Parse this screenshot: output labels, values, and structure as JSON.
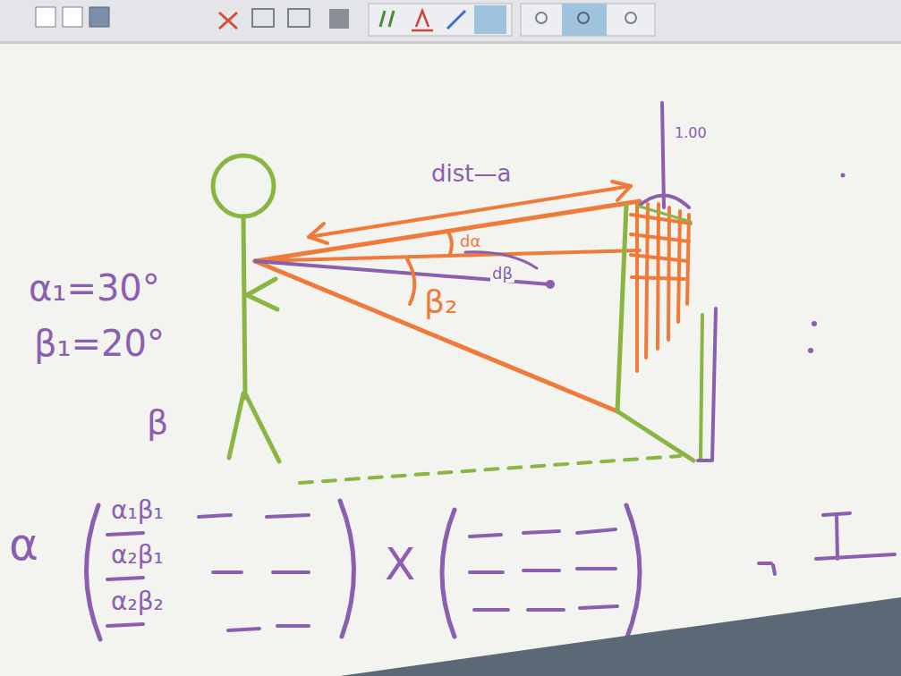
{
  "diagram": {
    "labels": [
      "dist—a",
      "1.00",
      "dα",
      "dβ",
      "β₂",
      "α₁=30°",
      "β₁=20°",
      "β",
      "α",
      "α₁β₁",
      "α₂β₁",
      "α₂β₂",
      "X"
    ]
  }
}
